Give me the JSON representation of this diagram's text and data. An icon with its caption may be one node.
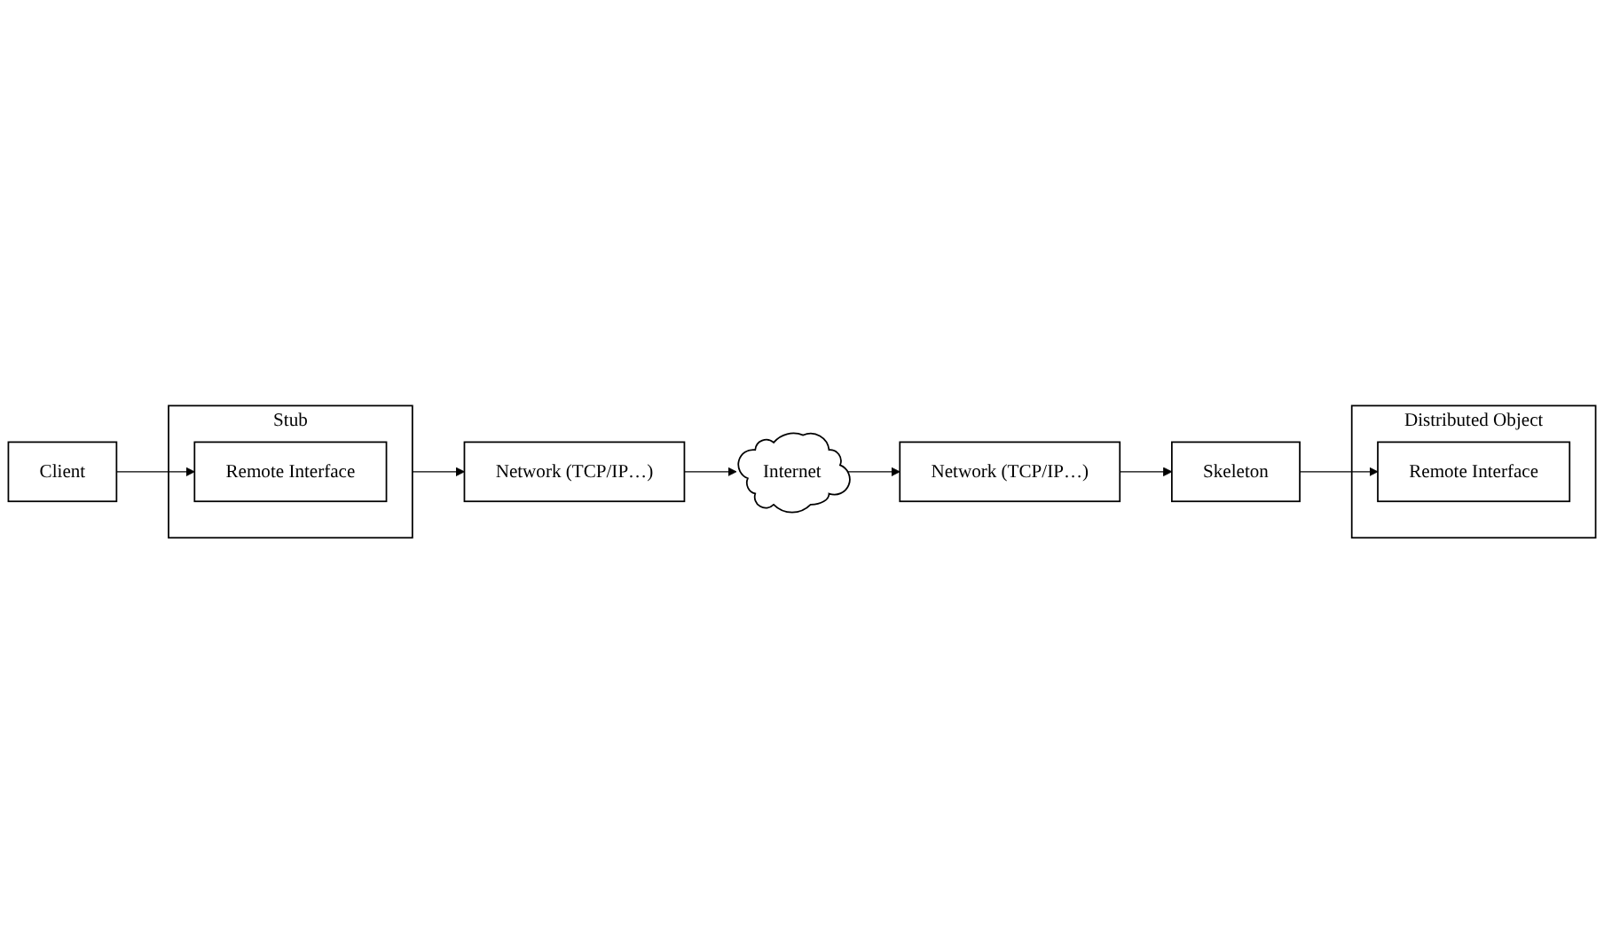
{
  "diagram": {
    "nodes": [
      {
        "text": [
          "Client"
        ]
      },
      {
        "text": [
          "Stub"
        ]
      },
      {
        "text": [
          "Remote Interface"
        ],
        "in": 1
      },
      {
        "text": [
          "Network (TCP/IP…)"
        ]
      },
      {
        "text": [
          "Internet"
        ]
      },
      {
        "text": [
          "Network (TCP/IP…)"
        ]
      },
      {
        "text": [
          "Skeleton"
        ]
      },
      {
        "text": [
          "Distributed Object"
        ]
      },
      {
        "text": [
          "Remote Interface"
        ],
        "in": 7
      }
    ],
    "edges": [
      {
        "from": 0,
        "to": 2,
        "arrow": "to"
      },
      {
        "from": 1,
        "to": 3,
        "arrow": "to"
      },
      {
        "from": 3,
        "to": 4,
        "arrow": "to"
      },
      {
        "from": 4,
        "to": 5,
        "arrow": "to"
      },
      {
        "from": 5,
        "to": 6,
        "arrow": "to"
      },
      {
        "from": 6,
        "to": 8,
        "arrow": "to"
      }
    ]
  }
}
